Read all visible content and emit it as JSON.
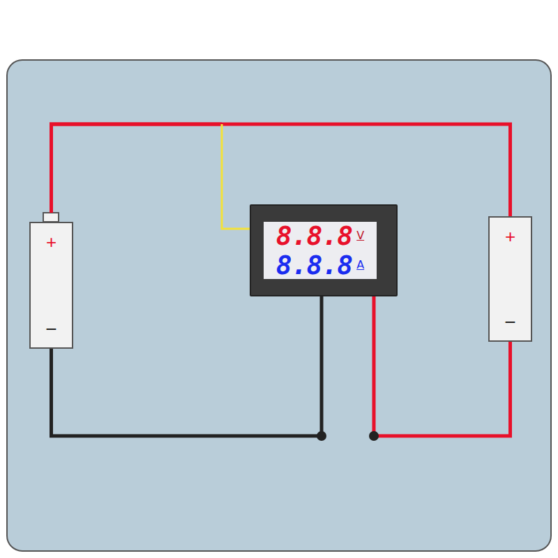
{
  "diagram": {
    "nodes": [
      {
        "text": [
          "+",
          "−"
        ]
      },
      {
        "text": [
          "8.8.8",
          "V",
          "8.8.8",
          "A"
        ]
      },
      {
        "text": [
          "+",
          "−"
        ]
      }
    ],
    "edges": [
      {
        "from": 0,
        "to": 2,
        "arrow": "none"
      },
      {
        "from": 0,
        "to": 1,
        "arrow": "none"
      },
      {
        "from": 1,
        "to": 0,
        "arrow": "none"
      },
      {
        "from": 1,
        "to": 2,
        "arrow": "none"
      }
    ]
  }
}
